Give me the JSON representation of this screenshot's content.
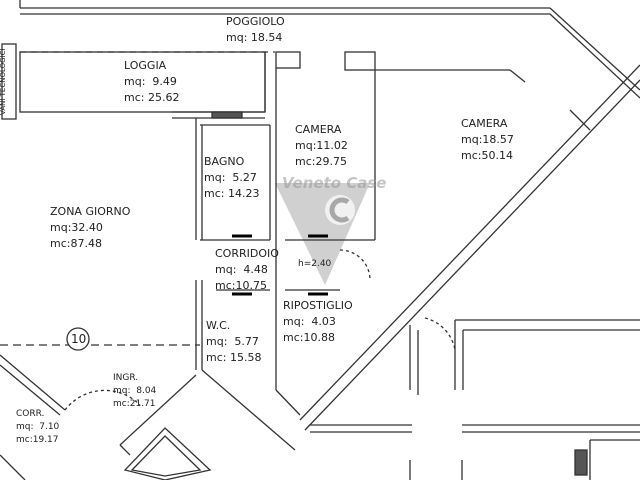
{
  "watermark": "Veneto Case",
  "technical_room": "VANI TECNOLOGICI",
  "axis_marker": "10",
  "height_note": "h=2.40",
  "rooms": [
    {
      "name": "POGGIOLO",
      "mq": "mq: 18.54"
    },
    {
      "name": "LOGGIA",
      "mq": "mq:  9.49",
      "mc": "mc: 25.62"
    },
    {
      "name": "CAMERA",
      "mq": "mq:11.02",
      "mc": "mc:29.75"
    },
    {
      "name": "CAMERA",
      "mq": "mq:18.57",
      "mc": "mc:50.14"
    },
    {
      "name": "BAGNO",
      "mq": "mq:  5.27",
      "mc": "mc: 14.23"
    },
    {
      "name": "ZONA GIORNO",
      "mq": "mq:32.40",
      "mc": "mc:87.48"
    },
    {
      "name": "CORRIDOIO",
      "mq": "mq:  4.48",
      "mc": "mc:10.75"
    },
    {
      "name": "RIPOSTIGLIO",
      "mq": "mq:  4.03",
      "mc": "mc:10.88"
    },
    {
      "name": "W.C.",
      "mq": "mq:  5.77",
      "mc": "mc: 15.58"
    },
    {
      "name": "INGR.",
      "mq": "mq:  8.04",
      "mc": "mc:21.71"
    },
    {
      "name": "CORR.",
      "mq": "mq:  7.10",
      "mc": "mc:19.17"
    }
  ]
}
